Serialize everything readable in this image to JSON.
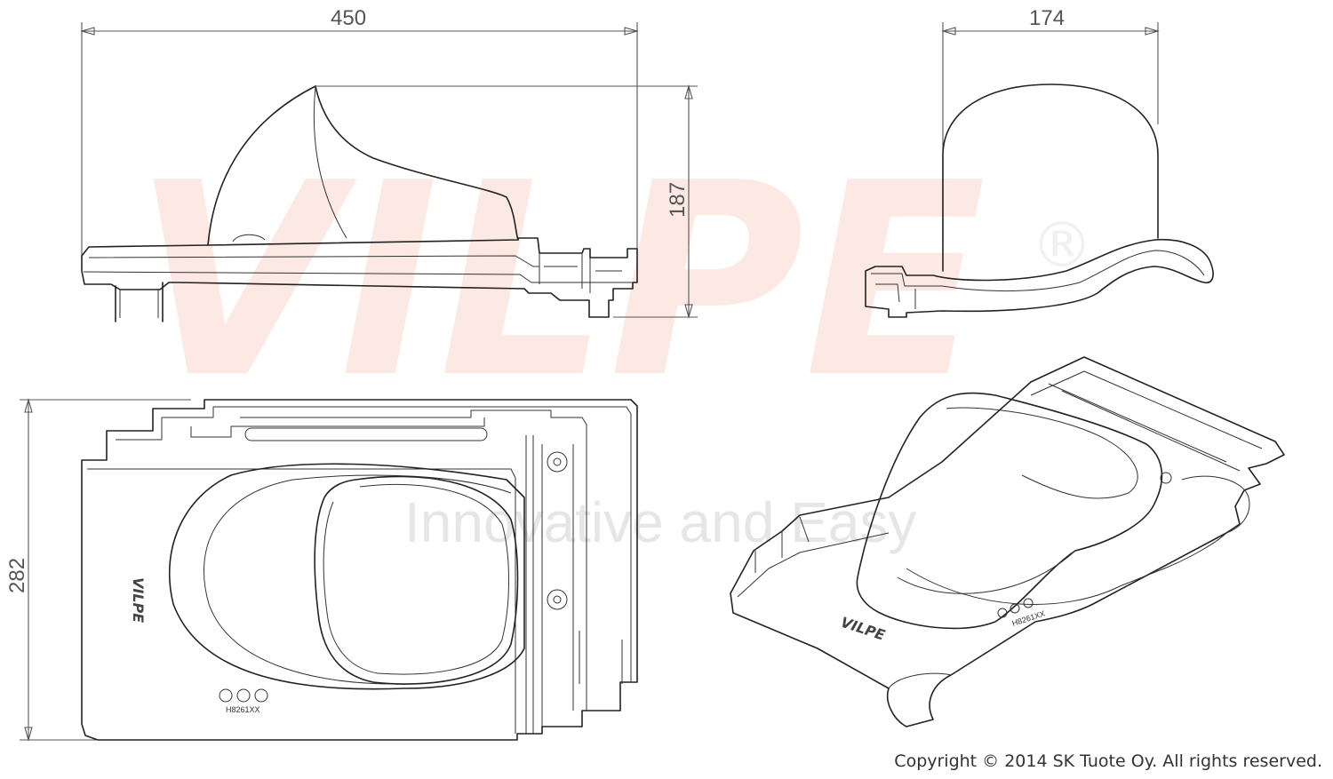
{
  "dimensions": {
    "top_length": "450",
    "top_width": "174",
    "height": "187",
    "plan_depth": "282"
  },
  "watermark": {
    "brand": "VILPE",
    "registered": "®",
    "tagline": "Innovative and Easy",
    "color": "#fde9e4"
  },
  "product": {
    "logo": "VILPE",
    "code_plan": "H8261XX",
    "code_iso": "H8261XX"
  },
  "footer": {
    "copyright": "Copyright © 2014 SK Tuote Oy. All rights reserved."
  }
}
